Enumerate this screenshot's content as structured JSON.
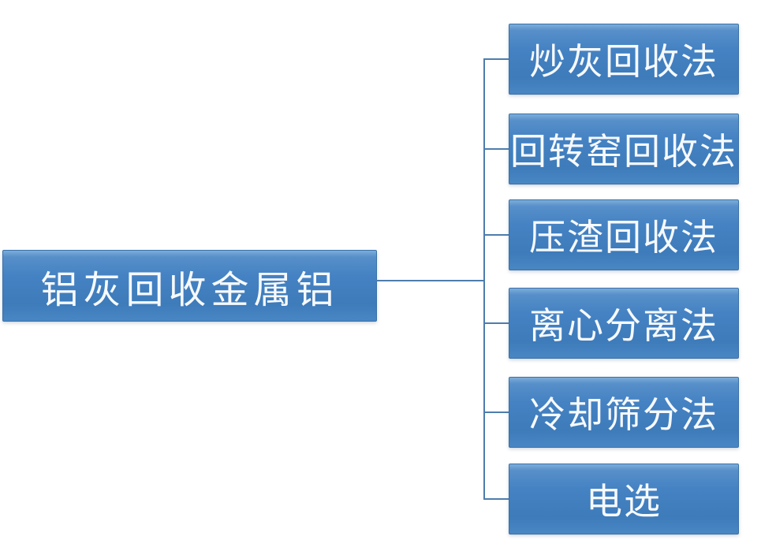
{
  "diagram": {
    "kind": "hierarchy-tree",
    "orientation": "left-to-right",
    "background": "#ffffff",
    "root": {
      "label": "铝灰回收金属铝"
    },
    "children": [
      {
        "label": "炒灰回收法"
      },
      {
        "label": "回转窑回收法"
      },
      {
        "label": "压渣回收法"
      },
      {
        "label": "离心分离法"
      },
      {
        "label": "冷却筛分法"
      },
      {
        "label": "电选"
      }
    ],
    "colors": {
      "node_fill_highlight": "#7cadda",
      "node_fill_main": "#4281c2",
      "node_border": "#3a71a8",
      "connector_line": "#4e7dad",
      "node_text": "#f6f9fd"
    }
  }
}
